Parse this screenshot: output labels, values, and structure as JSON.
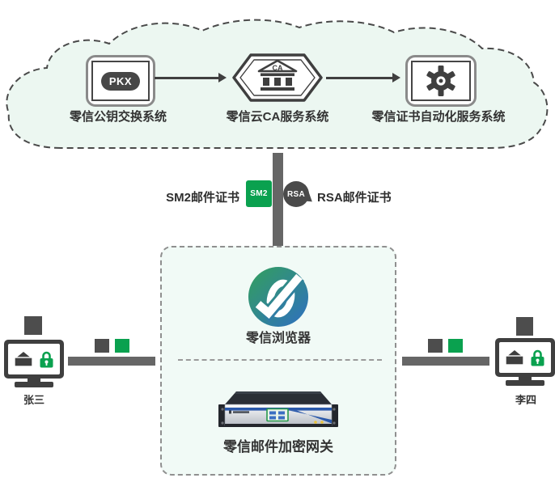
{
  "cloud": {
    "nodes": [
      {
        "badge": "PKX",
        "label": "零信公钥交换系统"
      },
      {
        "badge": "CA",
        "label": "零信云CA服务系统"
      },
      {
        "badge": "",
        "label": "零信证书自动化服务系统"
      }
    ]
  },
  "certs": {
    "sm2_label": "SM2邮件证书",
    "sm2_badge": "SM2",
    "rsa_label": "RSA邮件证书",
    "rsa_badge": "RSA"
  },
  "center": {
    "browser_label": "零信浏览器",
    "gateway_label": "零信邮件加密网关"
  },
  "users": {
    "left_name": "张三",
    "right_name": "李四"
  },
  "colors": {
    "accent_green": "#0aa14f",
    "dark_gray": "#3f3f3f",
    "connector_gray": "#666666",
    "cloud_fill": "#ecf7f1",
    "panel_fill": "#f1faf6",
    "logo_green": "#33a05c",
    "logo_blue": "#2f6fc1"
  }
}
